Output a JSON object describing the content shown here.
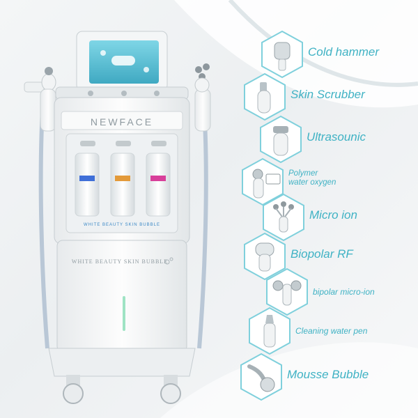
{
  "brand": "NEWFACE",
  "panel_text": "WHITE BEAUTY SKIN BUBBLE",
  "body_text": "WHITE BEAUTY SKIN BUBBLE",
  "accent_color": "#3fb2c4",
  "bottles": [
    {
      "color": "#3f6fd8"
    },
    {
      "color": "#e39a3a"
    },
    {
      "color": "#d83f9a"
    }
  ],
  "features": [
    {
      "label": "Cold hammer",
      "icon": "cold-hammer-icon"
    },
    {
      "label": "Skin Scrubber",
      "icon": "skin-scrubber-icon"
    },
    {
      "label": "Ultrasounic",
      "icon": "ultrasonic-icon"
    },
    {
      "label_line1": "Polymer",
      "label_line2": "water oxygen",
      "icon": "polymer-water-oxygen-icon"
    },
    {
      "label": "Micro ion",
      "icon": "micro-ion-icon"
    },
    {
      "label": "Biopolar RF",
      "icon": "bipolar-rf-icon"
    },
    {
      "label": "bipolar micro-ion",
      "icon": "bipolar-micro-ion-icon"
    },
    {
      "label": "Cleaning water pen",
      "icon": "cleaning-water-pen-icon"
    },
    {
      "label": "Mousse Bubble",
      "icon": "mousse-bubble-icon"
    }
  ]
}
